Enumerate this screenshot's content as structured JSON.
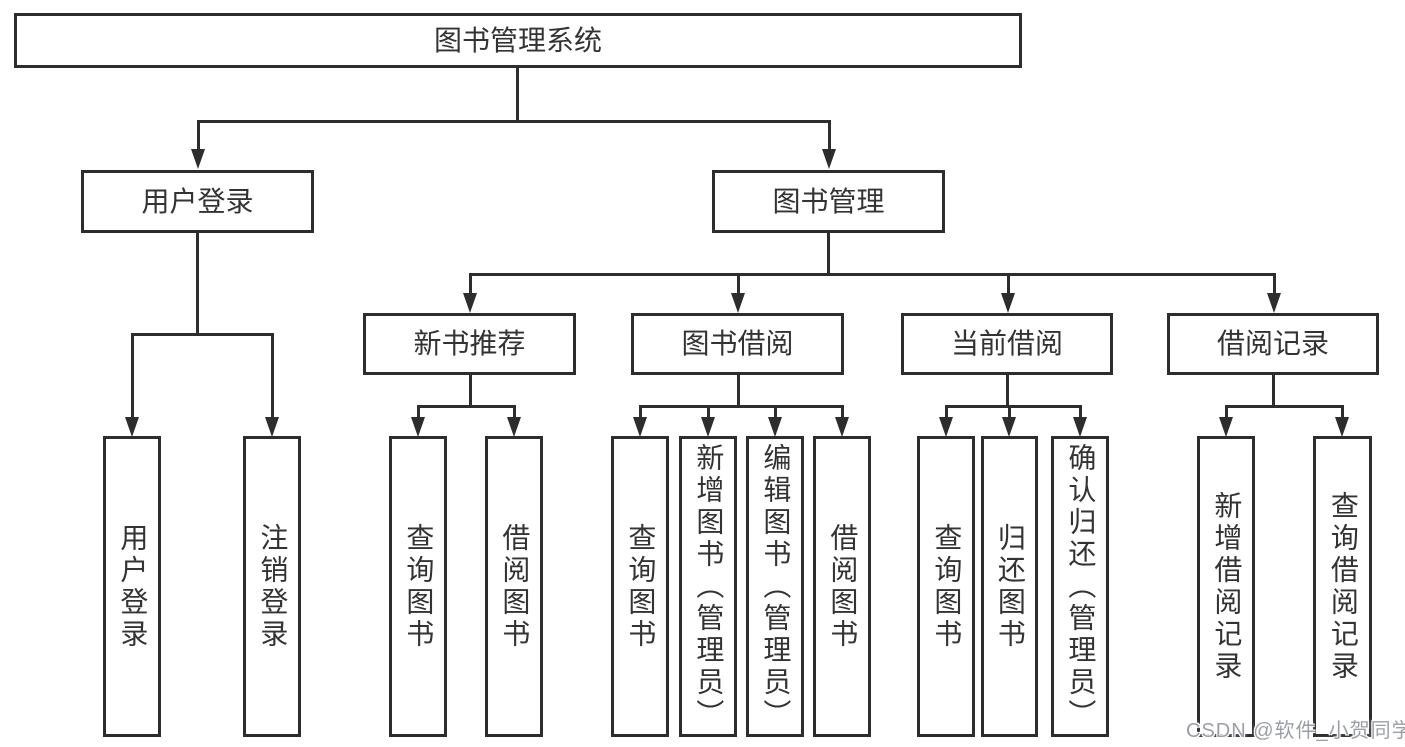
{
  "diagram": {
    "root": {
      "label": "图书管理系统"
    },
    "user_branch": {
      "label": "用户登录",
      "children": [
        {
          "label": "用户登录"
        },
        {
          "label": "注销登录"
        }
      ]
    },
    "mgmt_branch": {
      "label": "图书管理",
      "groups": [
        {
          "label": "新书推荐",
          "children": [
            {
              "label": "查询图书"
            },
            {
              "label": "借阅图书"
            }
          ]
        },
        {
          "label": "图书借阅",
          "children": [
            {
              "label": "查询图书"
            },
            {
              "label": "新增图书（管理员）"
            },
            {
              "label": "编辑图书（管理员）"
            },
            {
              "label": "借阅图书"
            }
          ]
        },
        {
          "label": "当前借阅",
          "children": [
            {
              "label": "查询图书"
            },
            {
              "label": "归还图书"
            },
            {
              "label": "确认归还（管理员）"
            }
          ]
        },
        {
          "label": "借阅记录",
          "children": [
            {
              "label": "新增借阅记录"
            },
            {
              "label": "查询借阅记录"
            }
          ]
        }
      ]
    }
  },
  "watermark": {
    "text": "CSDN @软件_小贺同学"
  },
  "colors": {
    "line": "#2d2d2d",
    "text": "#333333",
    "background": "#ffffff",
    "watermark": "#9b9ea8"
  }
}
